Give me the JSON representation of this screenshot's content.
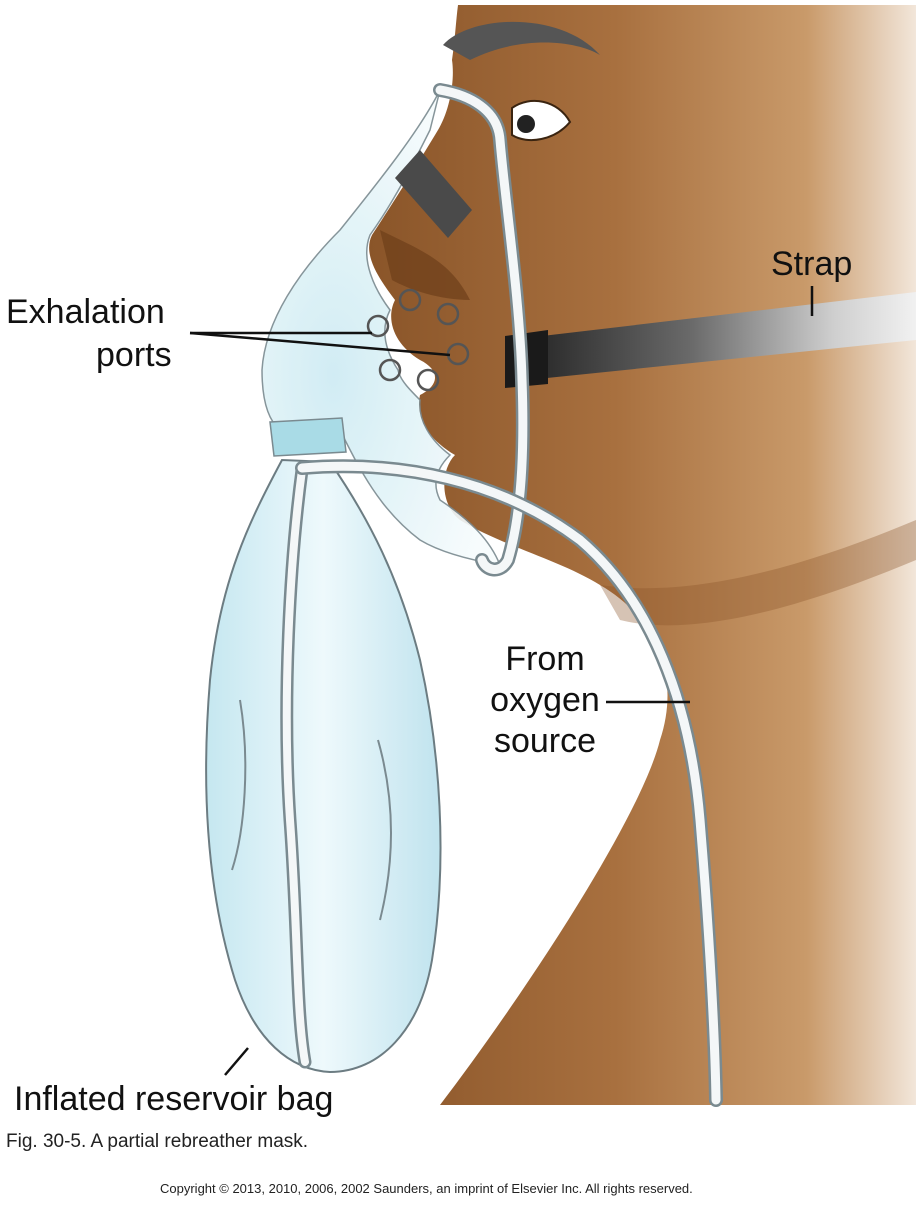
{
  "labels": {
    "exhalation_line1": "Exhalation",
    "exhalation_line2": "ports",
    "strap": "Strap",
    "from_line1": "From",
    "from_line2": "oxygen",
    "from_line3": "source",
    "reservoir_bag": "Inflated reservoir bag"
  },
  "caption": "Fig. 30-5. A partial rebreather mask.",
  "copyright": "Copyright © 2013, 2010, 2006, 2002 Saunders, an imprint of Elsevier Inc. All rights reserved.",
  "colors": {
    "skin": "#9c6334",
    "skin_light": "#c9955f",
    "skin_dark": "#6e3e1a",
    "mask": "#dff2f7",
    "mask_edge": "#7a8a90",
    "strap_dark": "#2a2a2a",
    "strap_light": "#e8e8e8",
    "tubing": "#f4f7f8"
  }
}
